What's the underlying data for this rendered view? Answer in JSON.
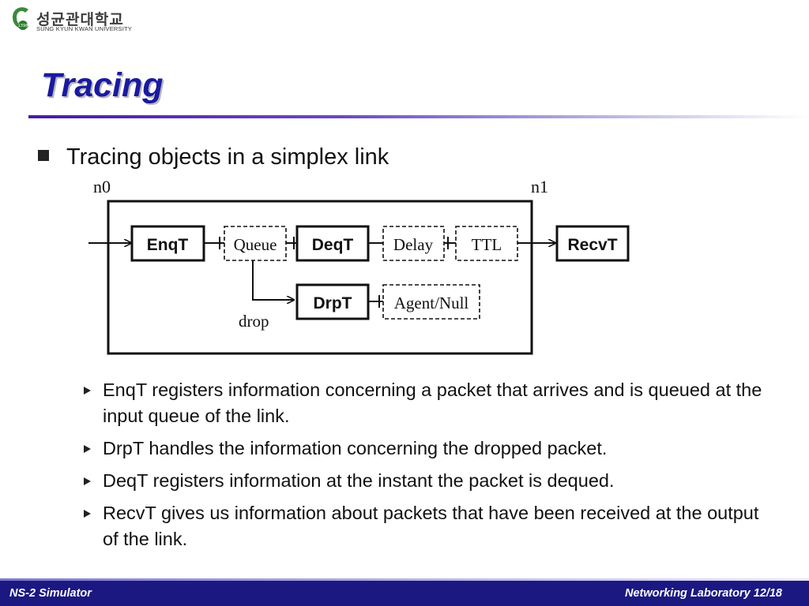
{
  "header": {
    "logo_korean": "성균관대학교",
    "logo_english": "SUNG KYUN KWAN UNIVERSITY",
    "logo_year": "1398"
  },
  "slide": {
    "title": "Tracing",
    "main_point": "Tracing objects in a simplex link",
    "bullets": [
      "EnqT registers information concerning a packet that arrives and is queued at the input queue of the link.",
      "DrpT handles the information concerning the dropped packet.",
      "DeqT registers information at the instant the packet is dequed.",
      "RecvT gives us information about packets that have been received at the output of the link."
    ]
  },
  "diagram": {
    "node_left": "n0",
    "node_right": "n1",
    "enqt": "EnqT",
    "queue": "Queue",
    "deqt": "DeqT",
    "delay": "Delay",
    "ttl": "TTL",
    "recvt": "RecvT",
    "drpt": "DrpT",
    "agent_null": "Agent/Null",
    "drop_label": "drop"
  },
  "footer": {
    "left": "NS-2 Simulator",
    "right": "Networking Laboratory  12/18"
  },
  "colors": {
    "title": "#1a1aa0",
    "footer_bg": "#1c1882",
    "rule": "#4a1aa8"
  }
}
